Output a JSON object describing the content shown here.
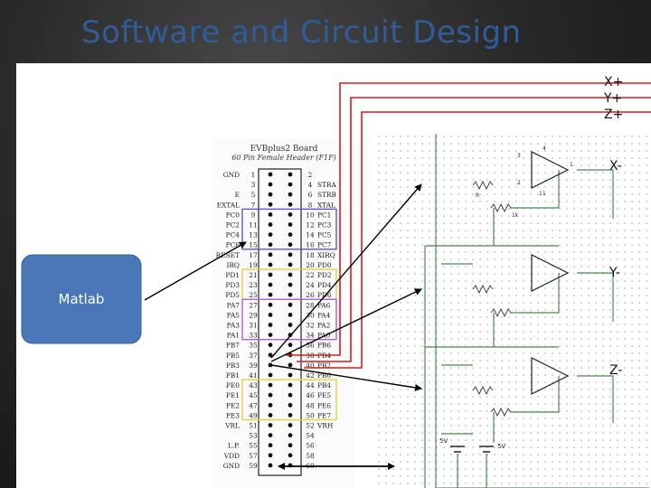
{
  "slide": {
    "title": "Software and Circuit Design"
  },
  "matlab": {
    "label": "Matlab"
  },
  "header_block": {
    "title1": "EVBplus2 Board",
    "title2": "60 Pin Female Header (F1F)",
    "left_labels": [
      "GND",
      "",
      "E",
      "EXTAL",
      "PC0",
      "PC2",
      "PC4",
      "PC6",
      "RESET",
      "IRQ",
      "PD1",
      "PD3",
      "PD5",
      "PA7",
      "PA5",
      "PA3",
      "PA1",
      "PB7",
      "PB5",
      "PB3",
      "PB1",
      "PE0",
      "PE1",
      "PE2",
      "PE3",
      "VRL",
      "",
      "L.P.",
      "VDD",
      "GND"
    ],
    "left_numbers": [
      "1",
      "3",
      "5",
      "7",
      "9",
      "11",
      "13",
      "15",
      "17",
      "19",
      "21",
      "23",
      "25",
      "27",
      "29",
      "31",
      "33",
      "35",
      "37",
      "39",
      "41",
      "43",
      "45",
      "47",
      "49",
      "51",
      "53",
      "55",
      "57",
      "59"
    ],
    "right_numbers": [
      "2",
      "4",
      "6",
      "8",
      "10",
      "12",
      "14",
      "16",
      "18",
      "20",
      "22",
      "24",
      "26",
      "28",
      "30",
      "32",
      "34",
      "36",
      "38",
      "40",
      "42",
      "44",
      "46",
      "48",
      "50",
      "52",
      "54",
      "56",
      "58",
      "60"
    ],
    "right_labels": [
      "",
      "STRA",
      "STRB",
      "XTAL",
      "PC1",
      "PC3",
      "PC5",
      "PC7",
      "XIRQ",
      "PD0",
      "PD2",
      "PD4",
      "PD6",
      "PA6",
      "PA4",
      "PA2",
      "PA0",
      "PB6",
      "PB4",
      "PB2",
      "PB0",
      "PB4",
      "PE5",
      "PE6",
      "PE7",
      "VRH",
      "",
      "",
      "",
      ""
    ]
  },
  "signals": {
    "x_plus": "X+",
    "y_plus": "Y+",
    "z_plus": "Z+",
    "x_minus": "X-",
    "y_minus": "Y-",
    "z_minus": "Z-"
  },
  "circuit": {
    "supply1": "5V",
    "supply2": "5V",
    "pins": {
      "p4": "4",
      "p3": "3",
      "p2": "2",
      "p1": "1",
      "p11": "11"
    },
    "res_r": "R",
    "res_1k": "1k"
  },
  "colors": {
    "title": "#2f5c9a",
    "matlab_box": "#4a77b8",
    "signal_wire": "#d21e1e",
    "analog_row": "#5a5ad0",
    "port_a_row": "#b060d0",
    "port_d_row": "#e8d040",
    "port_e_row": "#e8d040"
  }
}
